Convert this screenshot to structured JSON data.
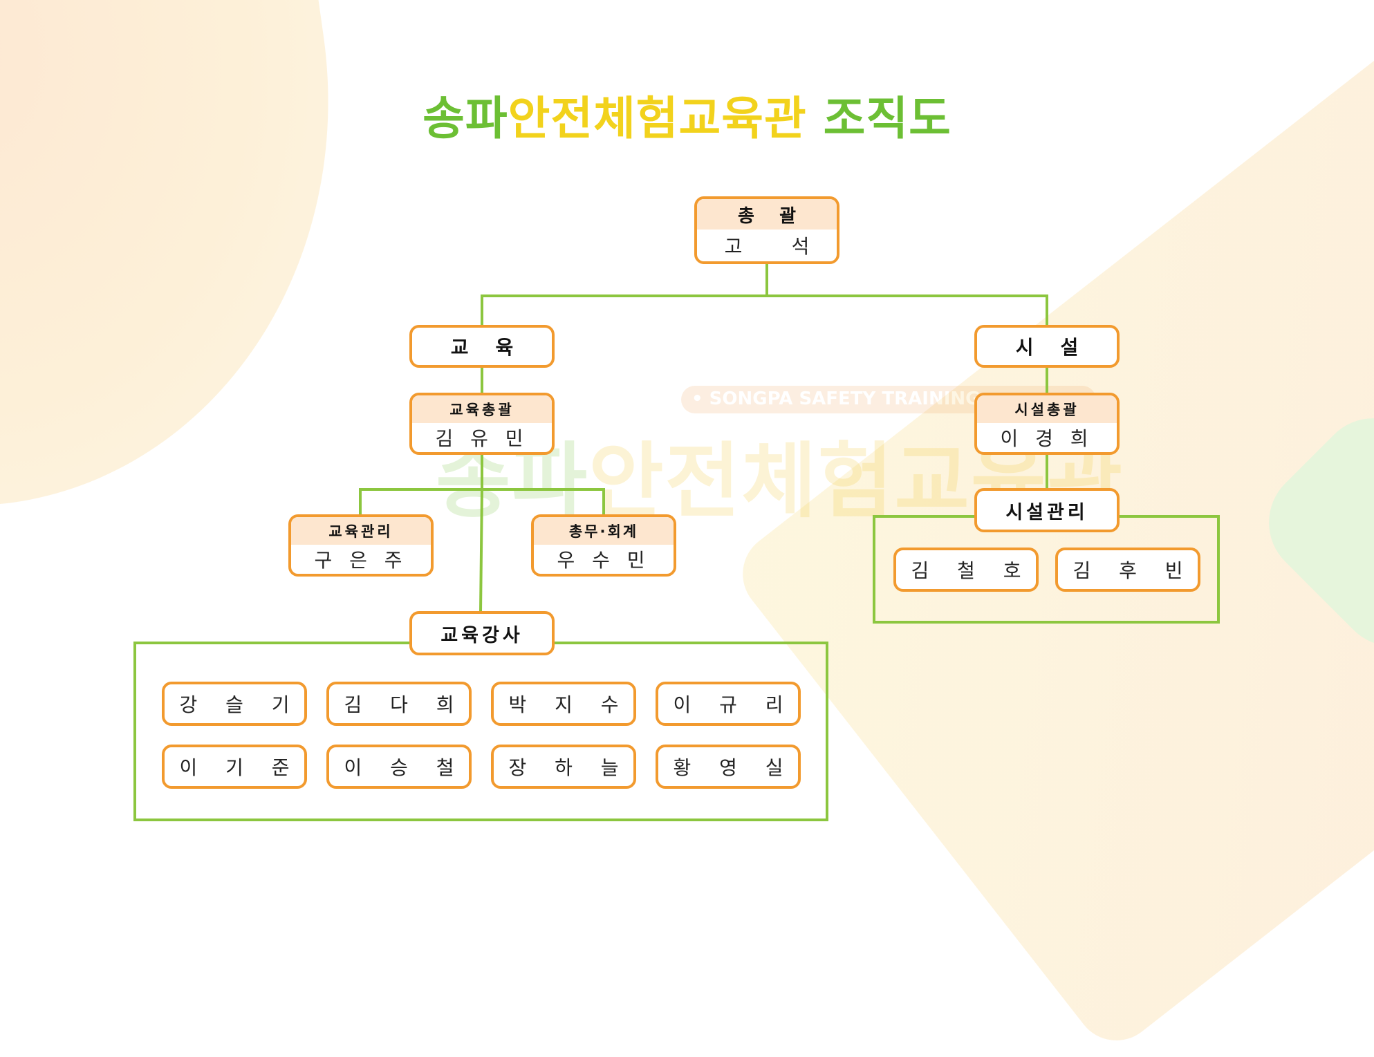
{
  "title": {
    "part1": "송파",
    "part2": "안전체험교육관",
    "part3": "조직도"
  },
  "watermark": {
    "english": "• SONGPA SAFETY TRAINING",
    "korean_green": "송파",
    "korean_yellow": "안전체험교육관"
  },
  "colors": {
    "title_green": "#6cbf34",
    "title_yellow": "#f2d21c",
    "node_border": "#f29a2e",
    "node_header": "#fde6cf",
    "connector": "#8cc63f"
  },
  "org": {
    "chief": {
      "role": "총    괄",
      "name": "고        석"
    },
    "education": {
      "label": "교    육",
      "head": {
        "role": "교육총괄",
        "name": "김 유 민"
      },
      "management": {
        "role": "교육관리",
        "name": "구 은 주"
      },
      "affairs": {
        "role": "총무·회계",
        "name": "우 수 민"
      },
      "instructors": {
        "label": "교육강사",
        "members": [
          "강 슬 기",
          "김 다 희",
          "박 지 수",
          "이 규 리",
          "이 기 준",
          "이 승 철",
          "장 하 늘",
          "황 영 실"
        ]
      }
    },
    "facility": {
      "label": "시    설",
      "head": {
        "role": "시설총괄",
        "name": "이 경 희"
      },
      "management": {
        "label": "시설관리",
        "members": [
          "김 철 호",
          "김 후 빈"
        ]
      }
    }
  }
}
